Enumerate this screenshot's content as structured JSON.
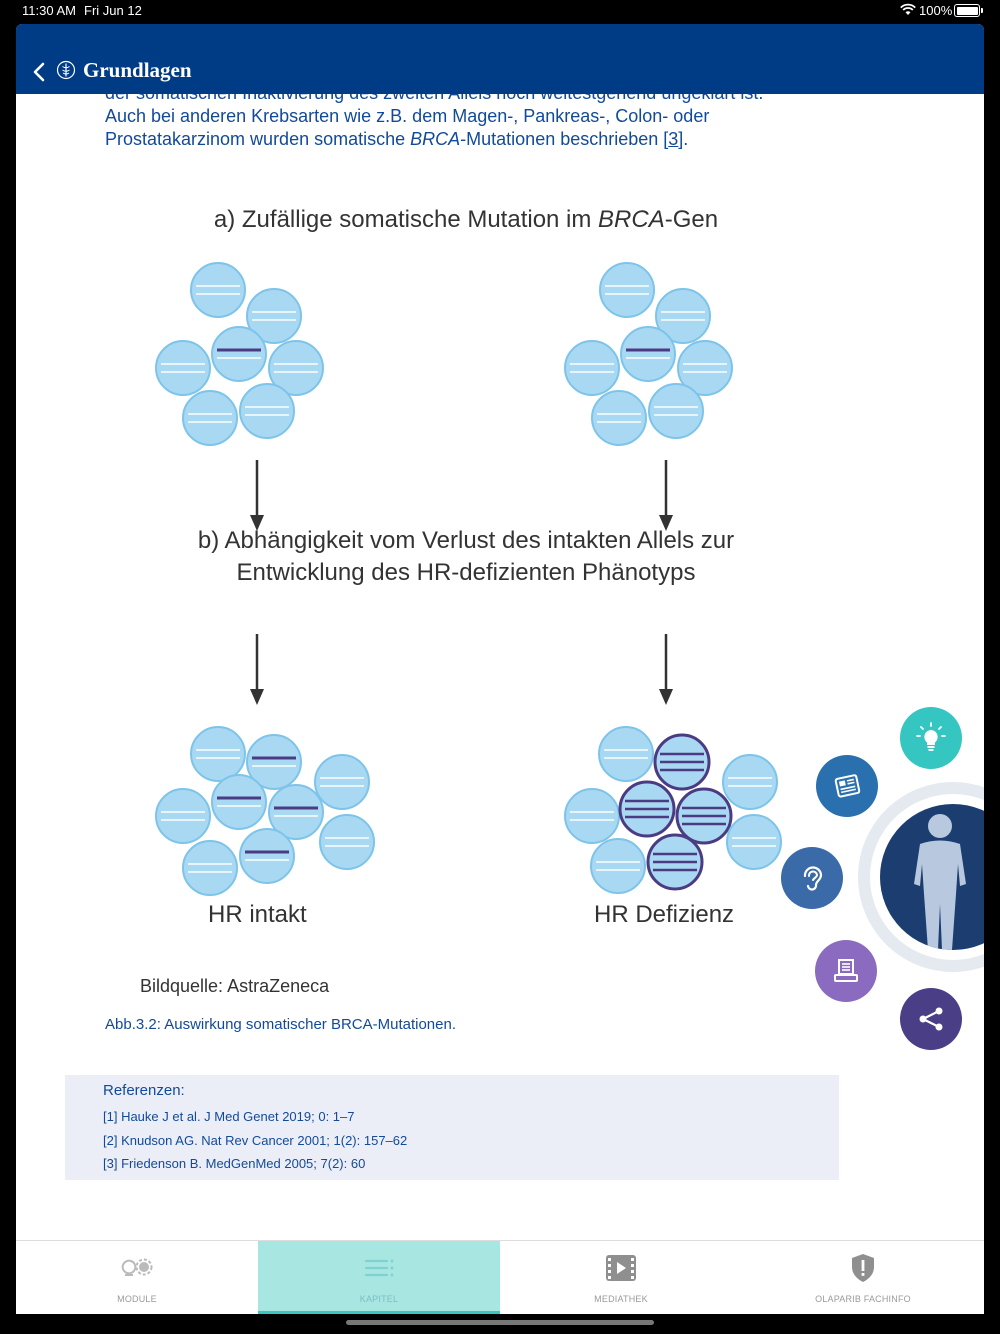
{
  "status": {
    "time": "11:30 AM",
    "date": "Fri Jun 12",
    "battery": "100%"
  },
  "header": {
    "title": "Grundlagen"
  },
  "content": {
    "para_line1": "der somatischen Inaktivierung des zweiten Allels noch weitestgehend ungeklärt ist.",
    "para_line2": "Auch bei anderen Krebsarten wie z.B. dem Magen-, Pankreas-, Colon- oder",
    "para_line3_a": "Prostatakarzinom wurden somatische ",
    "para_line3_italic": "BRCA",
    "para_line3_b": "-Mutationen beschrieben [",
    "para_ref": "3",
    "para_line3_c": "]."
  },
  "figure": {
    "heading_a_prefix": "a) Zufällige somatische Mutation im ",
    "heading_a_italic": "BRCA",
    "heading_a_suffix": "-Gen",
    "heading_b_line1": "b) Abhängigkeit vom Verlust des intakten Allels zur",
    "heading_b_line2": "Entwicklung des HR-defizienten Phänotyps",
    "label_left": "HR intakt",
    "label_right": "HR Defizienz",
    "source": "Bildquelle: AstraZeneca",
    "colors": {
      "cell_fill": "#a9d8f2",
      "cell_stroke": "#7dc4ea",
      "mutation": "#4b3b82",
      "deficient_stroke": "#4b3b82"
    }
  },
  "caption": "Abb.3.2: Auswirkung somatischer BRCA-Mutationen.",
  "references": {
    "title": "Referenzen:",
    "items": [
      "[1] Hauke J et al. J Med Genet 2019; 0: 1–7",
      "[2] Knudson AG. Nat Rev Cancer 2001; 1(2): 157–62",
      "[3] Friedenson B. MedGenMed 2005; 7(2): 60"
    ]
  },
  "fab": {
    "items": [
      {
        "icon": "lightbulb-icon",
        "color": "#36c6c2"
      },
      {
        "icon": "newspaper-icon",
        "color": "#2a6fae"
      },
      {
        "icon": "ear-icon",
        "color": "#3a6aa8"
      },
      {
        "icon": "printer-icon",
        "color": "#8a6bbf"
      },
      {
        "icon": "share-icon",
        "color": "#4a3f86"
      }
    ],
    "person_color": "#1b3d70"
  },
  "tabs": [
    {
      "label": "MODULE",
      "icon": "module-icon",
      "active": false
    },
    {
      "label": "KAPITEL",
      "icon": "list-icon",
      "active": true
    },
    {
      "label": "MEDIATHEK",
      "icon": "film-icon",
      "active": false
    },
    {
      "label": "OLAPARIB FACHINFO",
      "icon": "shield-icon",
      "active": false
    }
  ]
}
